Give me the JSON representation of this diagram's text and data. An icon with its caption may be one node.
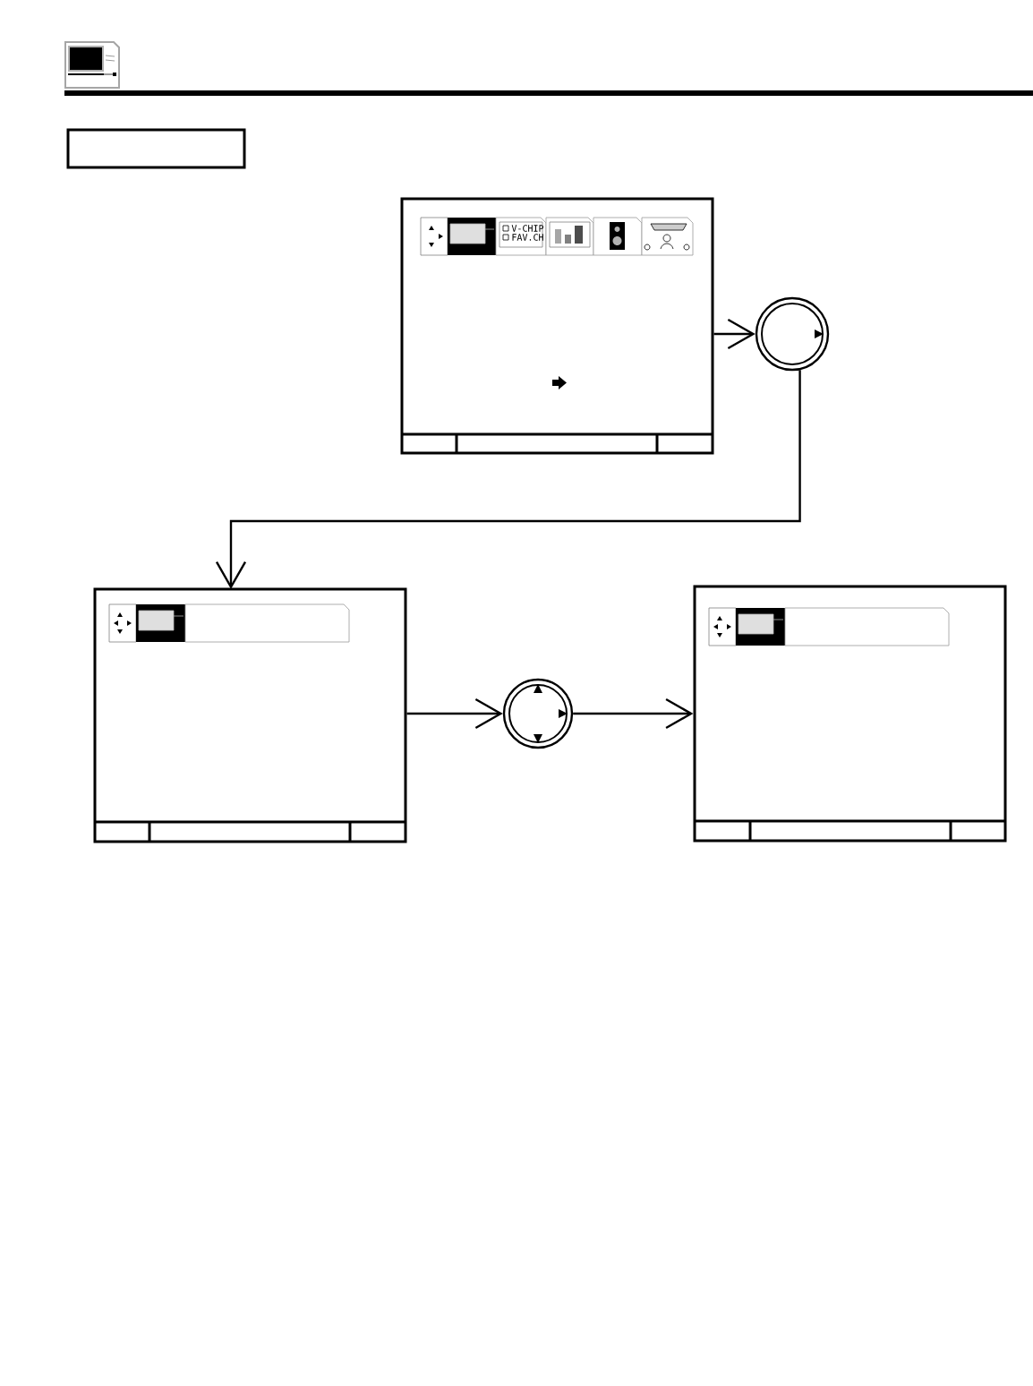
{
  "diagram": {
    "nodes": [
      {
        "text": [],
        "shape": "box"
      },
      {
        "text": [],
        "shape": "box"
      },
      {
        "text": [],
        "shape": "circle"
      },
      {
        "text": [],
        "shape": "box"
      },
      {
        "text": [],
        "shape": "circle"
      },
      {
        "text": [],
        "shape": "box"
      }
    ],
    "edges": [
      {
        "from": 1,
        "to": 2,
        "arrow": "to"
      },
      {
        "from": 2,
        "to": 3,
        "arrow": "to"
      },
      {
        "from": 3,
        "to": 4,
        "arrow": "to"
      },
      {
        "from": 4,
        "to": 5,
        "arrow": "to"
      }
    ],
    "labels": [
      "V-CHIP",
      "FAV.CH"
    ]
  }
}
